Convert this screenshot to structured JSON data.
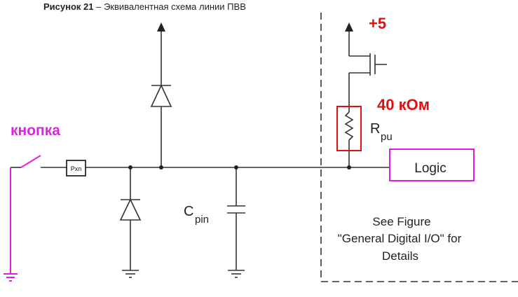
{
  "caption": {
    "figure": "Рисунок 21",
    "text": " – Эквивалентная схема линии ПВВ"
  },
  "labels": {
    "pxn": "Pxn",
    "cpin_main": "C",
    "cpin_sub": "pin",
    "rpu_main": "R",
    "rpu_sub": "pu",
    "logic": "Logic",
    "note_line1": "See Figure",
    "note_line2": "\"General Digital I/O\" for",
    "note_line3": "Details"
  },
  "annotations": {
    "button": "кнопка",
    "supply": "+5",
    "resistance": "40 кОм"
  },
  "colors": {
    "wire": "#333333",
    "annotation_magenta": "#dd22dd",
    "annotation_red": "#dd1111"
  }
}
